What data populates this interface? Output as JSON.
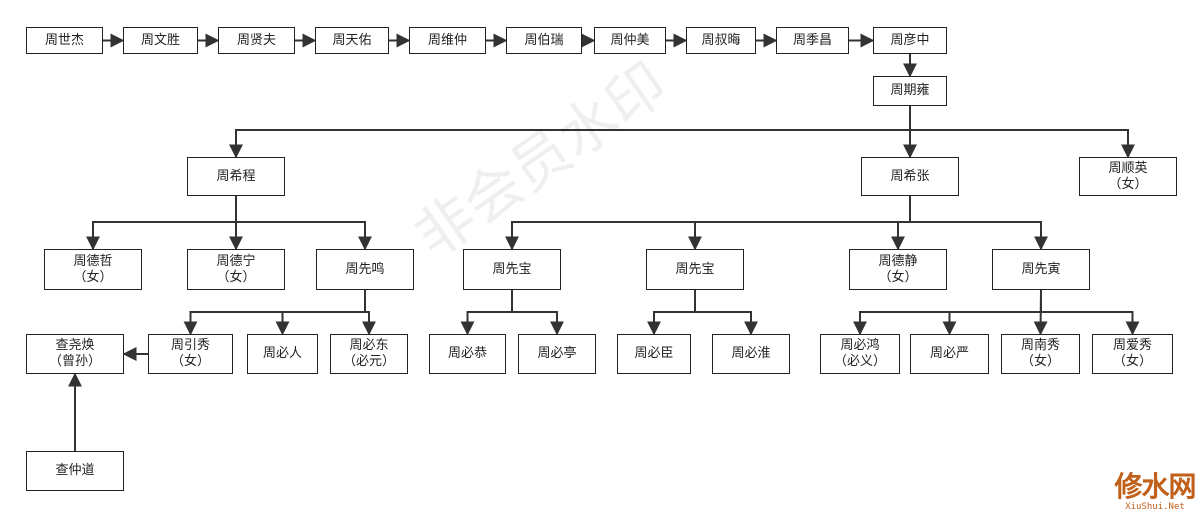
{
  "diagram": {
    "watermark": "非会员水印",
    "logo": {
      "main": "修水网",
      "sub": "XiuShui.Net"
    },
    "line_color": "#333333",
    "nodes": {
      "n1": {
        "lines": [
          "周世杰"
        ]
      },
      "n2": {
        "lines": [
          "周文胜"
        ]
      },
      "n3": {
        "lines": [
          "周贤夫"
        ]
      },
      "n4": {
        "lines": [
          "周天佑"
        ]
      },
      "n5": {
        "lines": [
          "周维仲"
        ]
      },
      "n6": {
        "lines": [
          "周伯瑞"
        ]
      },
      "n7": {
        "lines": [
          "周仲美"
        ]
      },
      "n8": {
        "lines": [
          "周叔晦"
        ]
      },
      "n9": {
        "lines": [
          "周季昌"
        ]
      },
      "n10": {
        "lines": [
          "周彦中"
        ]
      },
      "qy": {
        "lines": [
          "周期雍"
        ]
      },
      "xc": {
        "lines": [
          "周希程"
        ]
      },
      "xz": {
        "lines": [
          "周希张"
        ]
      },
      "sy": {
        "lines": [
          "周顺英",
          "（女）"
        ]
      },
      "dz": {
        "lines": [
          "周德哲",
          "（女）"
        ]
      },
      "dn": {
        "lines": [
          "周德宁",
          "（女）"
        ]
      },
      "xm": {
        "lines": [
          "周先鸣"
        ]
      },
      "xb1": {
        "lines": [
          "周先宝"
        ]
      },
      "xb2": {
        "lines": [
          "周先宝"
        ]
      },
      "dj": {
        "lines": [
          "周德静",
          "（女）"
        ]
      },
      "xy": {
        "lines": [
          "周先寅"
        ]
      },
      "yh": {
        "lines": [
          "查尧焕",
          "（曾孙）"
        ]
      },
      "yx": {
        "lines": [
          "周引秀",
          "（女）"
        ]
      },
      "br": {
        "lines": [
          "周必人"
        ]
      },
      "bd": {
        "lines": [
          "周必东",
          "（必元）"
        ]
      },
      "bg": {
        "lines": [
          "周必恭"
        ]
      },
      "bt": {
        "lines": [
          "周必亭"
        ]
      },
      "bc": {
        "lines": [
          "周必臣"
        ]
      },
      "bz": {
        "lines": [
          "周必淮"
        ]
      },
      "bh": {
        "lines": [
          "周必鸿",
          "（必义）"
        ]
      },
      "by": {
        "lines": [
          "周必严"
        ]
      },
      "nx": {
        "lines": [
          "周南秀",
          "（女）"
        ]
      },
      "ax": {
        "lines": [
          "周爱秀",
          "（女）"
        ]
      },
      "zd": {
        "lines": [
          "查仲道"
        ]
      }
    },
    "edges": [
      [
        "n1",
        "n2"
      ],
      [
        "n2",
        "n3"
      ],
      [
        "n3",
        "n4"
      ],
      [
        "n4",
        "n5"
      ],
      [
        "n5",
        "n6"
      ],
      [
        "n6",
        "n7"
      ],
      [
        "n7",
        "n8"
      ],
      [
        "n8",
        "n9"
      ],
      [
        "n9",
        "n10"
      ],
      [
        "n10",
        "qy"
      ],
      [
        "qy",
        "xc"
      ],
      [
        "qy",
        "xz"
      ],
      [
        "qy",
        "sy"
      ],
      [
        "xc",
        "dz"
      ],
      [
        "xc",
        "dn"
      ],
      [
        "xc",
        "xm"
      ],
      [
        "xz",
        "xb1"
      ],
      [
        "xz",
        "xb2"
      ],
      [
        "xz",
        "dj"
      ],
      [
        "xz",
        "xy"
      ],
      [
        "xm",
        "yx"
      ],
      [
        "xm",
        "br"
      ],
      [
        "xm",
        "bd"
      ],
      [
        "xb1",
        "bg"
      ],
      [
        "xb1",
        "bt"
      ],
      [
        "xb2",
        "bc"
      ],
      [
        "xb2",
        "bz"
      ],
      [
        "xy",
        "bh"
      ],
      [
        "xy",
        "by"
      ],
      [
        "xy",
        "nx"
      ],
      [
        "xy",
        "ax"
      ],
      [
        "yx",
        "yh"
      ],
      [
        "zd",
        "yh"
      ]
    ]
  }
}
